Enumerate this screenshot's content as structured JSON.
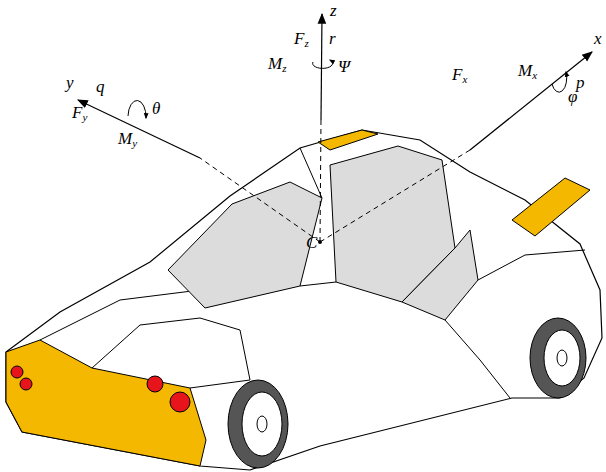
{
  "diagram": {
    "labels": [
      "z",
      "Fz",
      "r",
      "Mz",
      "Ψ",
      "y",
      "q",
      "θ",
      "Fy",
      "My",
      "Fx",
      "x",
      "Mx",
      "p",
      "φ",
      "C"
    ]
  }
}
